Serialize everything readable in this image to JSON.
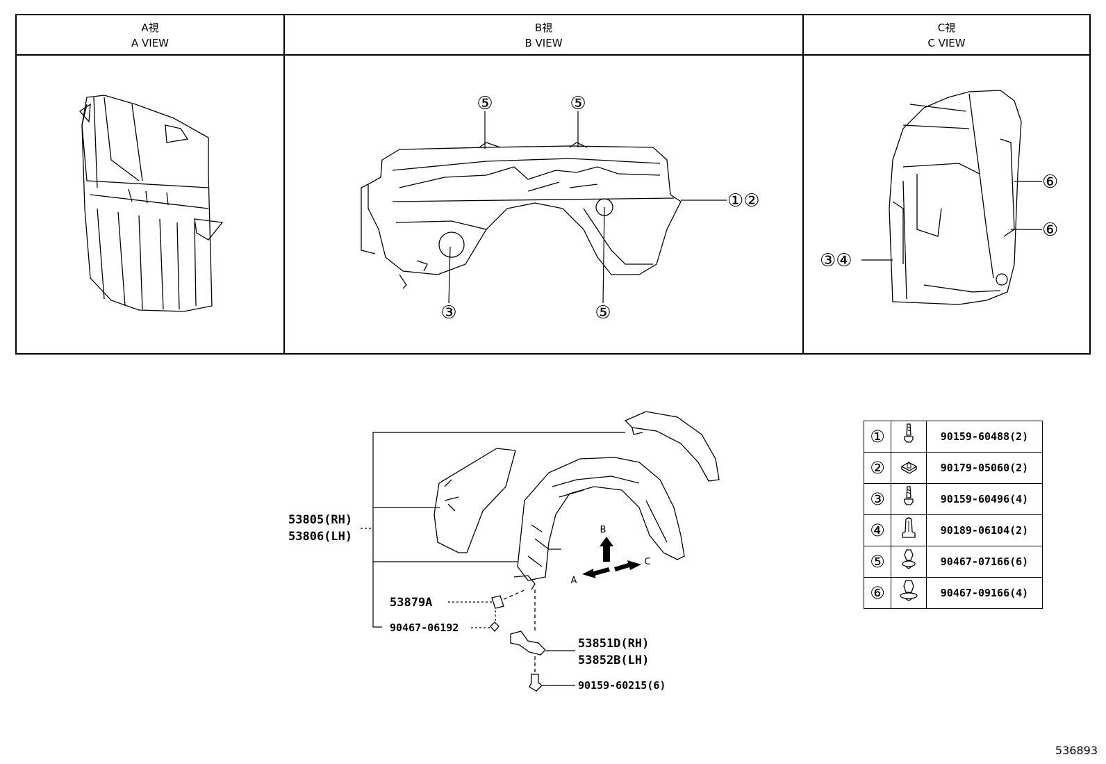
{
  "views": [
    {
      "title_jp": "A視",
      "title_en": "A VIEW"
    },
    {
      "title_jp": "B視",
      "title_en": "B VIEW"
    },
    {
      "title_jp": "C視",
      "title_en": "C VIEW"
    }
  ],
  "b_view_callouts": [
    "⑤",
    "⑤",
    "①②",
    "③",
    "⑤"
  ],
  "c_view_callouts": [
    "⑥",
    "⑥",
    "③④"
  ],
  "parts": {
    "liner_rh": "53805(RH)",
    "liner_lh": "53806(LH)",
    "bracket": "53879A",
    "clip": "90467-06192",
    "seal_rh": "53851D(RH)",
    "seal_lh": "53852B(LH)",
    "bolt": "90159-60215(6)"
  },
  "arrows": {
    "a": "A",
    "b": "B",
    "c": "C"
  },
  "fasteners": [
    {
      "num": "①",
      "icon": "bolt-flange-icon",
      "part": "90159-60488(2)"
    },
    {
      "num": "②",
      "icon": "clip-nut-icon",
      "part": "90179-05060(2)"
    },
    {
      "num": "③",
      "icon": "bolt-flange-icon",
      "part": "90159-60496(4)"
    },
    {
      "num": "④",
      "icon": "grommet-icon",
      "part": "90189-06104(2)"
    },
    {
      "num": "⑤",
      "icon": "push-clip-icon",
      "part": "90467-07166(6)"
    },
    {
      "num": "⑥",
      "icon": "push-clip-large-icon",
      "part": "90467-09166(4)"
    }
  ],
  "diagram_id": "536893"
}
